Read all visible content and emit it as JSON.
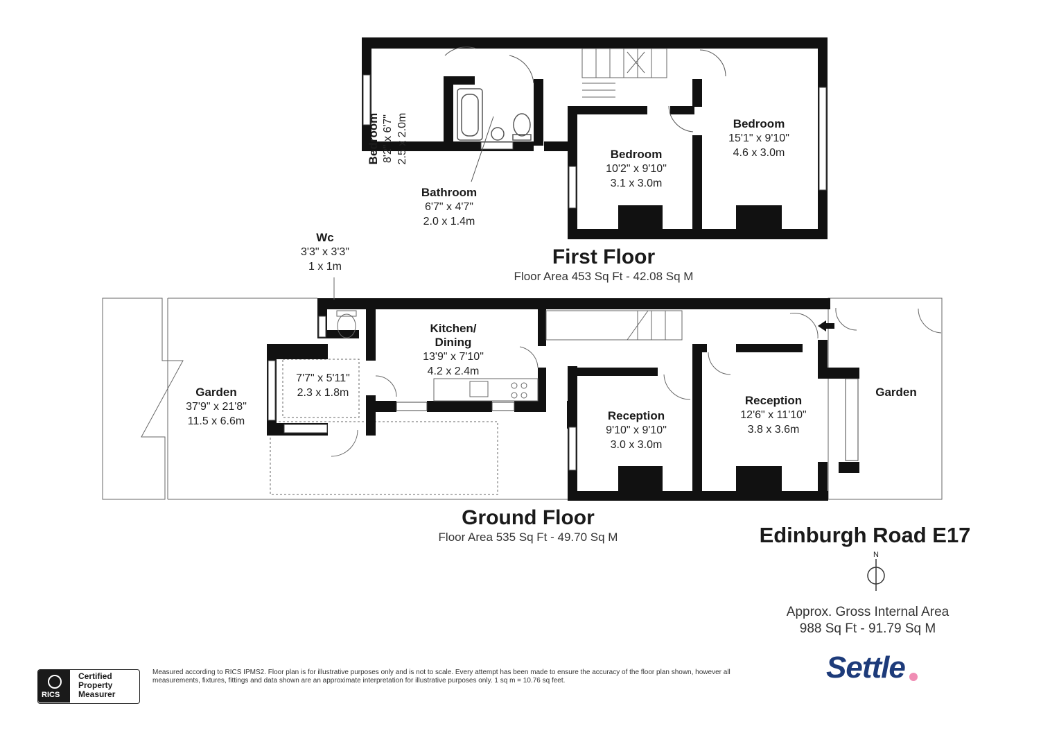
{
  "first_floor": {
    "title": "First Floor",
    "area": "Floor Area 453 Sq Ft - 42.08 Sq M",
    "rooms": [
      {
        "name": "Bedroom",
        "dim_imp": "8'2\" x 6'7\"",
        "dim_met": "2.5 x 2.0m"
      },
      {
        "name": "Bathroom",
        "dim_imp": "6'7\" x 4'7\"",
        "dim_met": "2.0 x 1.4m"
      },
      {
        "name": "Bedroom",
        "dim_imp": "10'2\" x 9'10\"",
        "dim_met": "3.1 x 3.0m"
      },
      {
        "name": "Bedroom",
        "dim_imp": "15'1\" x 9'10\"",
        "dim_met": "4.6 x 3.0m"
      }
    ]
  },
  "ground_floor": {
    "title": "Ground Floor",
    "area": "Floor Area 535 Sq Ft - 49.70 Sq M",
    "rooms": [
      {
        "name": "Wc",
        "dim_imp": "3'3\" x 3'3\"",
        "dim_met": "1 x 1m"
      },
      {
        "name": "",
        "dim_imp": "7'7\" x 5'11\"",
        "dim_met": "2.3 x 1.8m"
      },
      {
        "name": "Kitchen/\nDining",
        "dim_imp": "13'9\" x 7'10\"",
        "dim_met": "4.2 x 2.4m"
      },
      {
        "name": "Garden",
        "dim_imp": "37'9\" x 21'8\"",
        "dim_met": "11.5 x 6.6m"
      },
      {
        "name": "Reception",
        "dim_imp": "9'10\" x 9'10\"",
        "dim_met": "3.0 x 3.0m"
      },
      {
        "name": "Reception",
        "dim_imp": "12'6\" x 11'10\"",
        "dim_met": "3.8 x 3.6m"
      },
      {
        "name": "Garden",
        "dim_imp": "",
        "dim_met": ""
      }
    ]
  },
  "property": {
    "address": "Edinburgh Road E17",
    "compass": "N",
    "gia_label": "Approx. Gross Internal Area",
    "gia_value": "988 Sq Ft - 91.79 Sq M"
  },
  "footer": {
    "disclaimer": "Measured according to RICS IPMS2. Floor plan is for illustrative purposes only and is not to scale. Every attempt has been made to ensure the accuracy of the floor plan shown, however all measurements, fixtures, fittings and data shown are an approximate interpretation for illustrative purposes only. 1 sq m = 10.76 sq feet.",
    "rics_abbr": "RICS",
    "rics_line1": "Certified",
    "rics_line2": "Property",
    "rics_line3": "Measurer",
    "brand": "Settle"
  },
  "colors": {
    "wall": "#111111",
    "line": "#555555",
    "brand": "#1d3b7a",
    "brand_dot": "#f08db4"
  }
}
